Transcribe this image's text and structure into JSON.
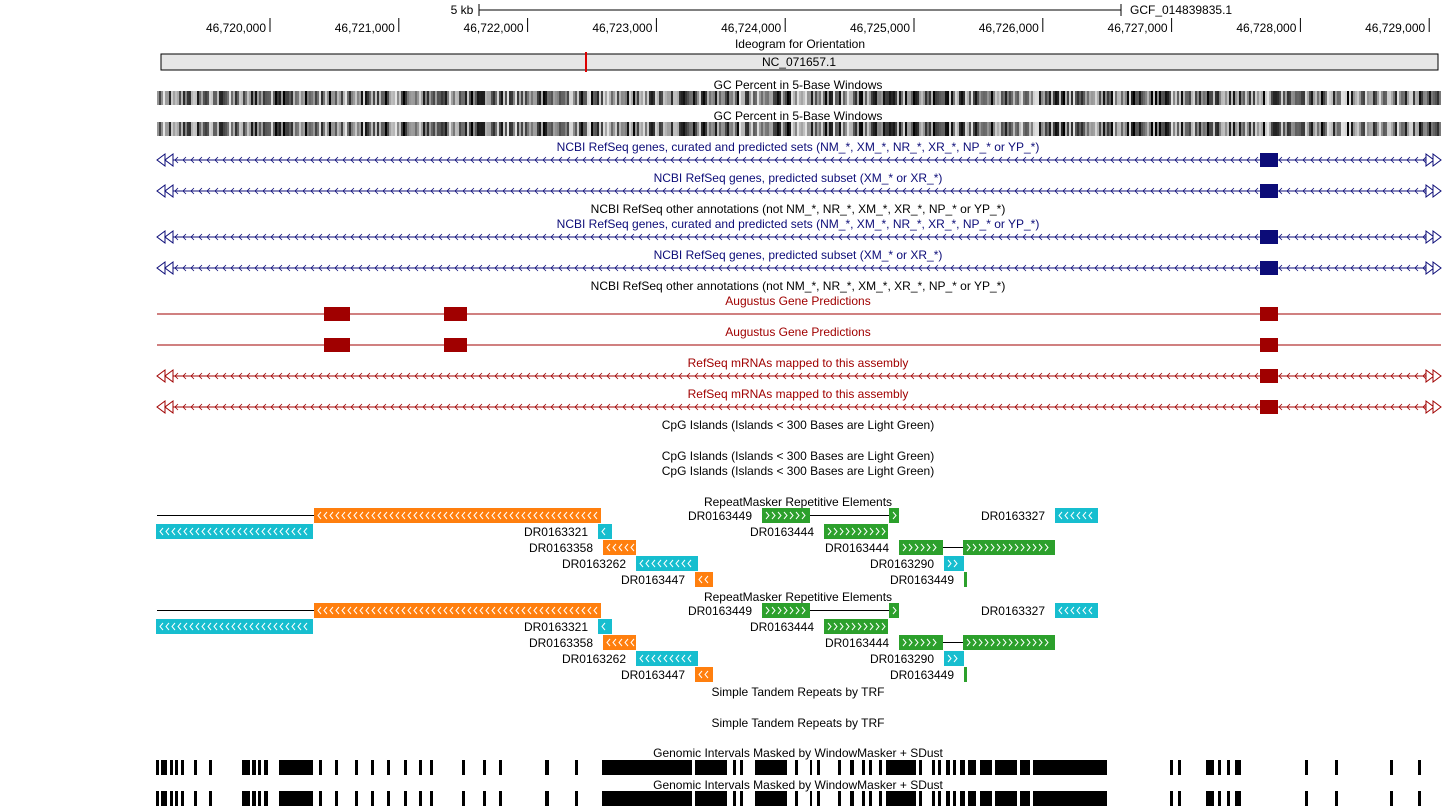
{
  "ruler": {
    "scale_label": "5 kb",
    "assembly": "GCF_014839835.1",
    "ticks": [
      "46,720,000",
      "46,721,000",
      "46,722,000",
      "46,723,000",
      "46,724,000",
      "46,725,000",
      "46,726,000",
      "46,727,000",
      "46,728,000",
      "46,729,000"
    ]
  },
  "ideogram": {
    "title": "Ideogram for Orientation",
    "chrom": "NC_071657.1"
  },
  "tracks": {
    "gc_title": "GC Percent in 5-Base Windows",
    "refseq_all": "NCBI RefSeq genes, curated and predicted sets (NM_*, XM_*, NR_*, XR_*, NP_* or YP_*)",
    "refseq_pred": "NCBI RefSeq genes, predicted subset (XM_* or XR_*)",
    "refseq_other": "NCBI RefSeq other annotations (not NM_*, NR_*, XM_*, XR_*, NP_* or YP_*)",
    "augustus": "Augustus Gene Predictions",
    "mrna": "RefSeq mRNAs mapped to this assembly",
    "cpg": "CpG Islands (Islands < 300 Bases are Light Green)",
    "rmsk": "RepeatMasker Repetitive Elements",
    "trf": "Simple Tandem Repeats by TRF",
    "wm": "Genomic Intervals Masked by WindowMasker + SDust"
  },
  "repeat_labels": [
    "DR0163449",
    "DR0163327",
    "DR0163321",
    "DR0163444",
    "DR0163358",
    "DR0163444",
    "DR0163262",
    "DR0163290",
    "DR0163447",
    "DR0163449"
  ],
  "colors": {
    "gene_blue": "#0c0c78",
    "gene_red": "#a00000",
    "repeat_orange": "#ff7f0e",
    "repeat_cyan": "#17becf",
    "repeat_green": "#2ca02c",
    "ideogram_marker": "#dd0000"
  }
}
